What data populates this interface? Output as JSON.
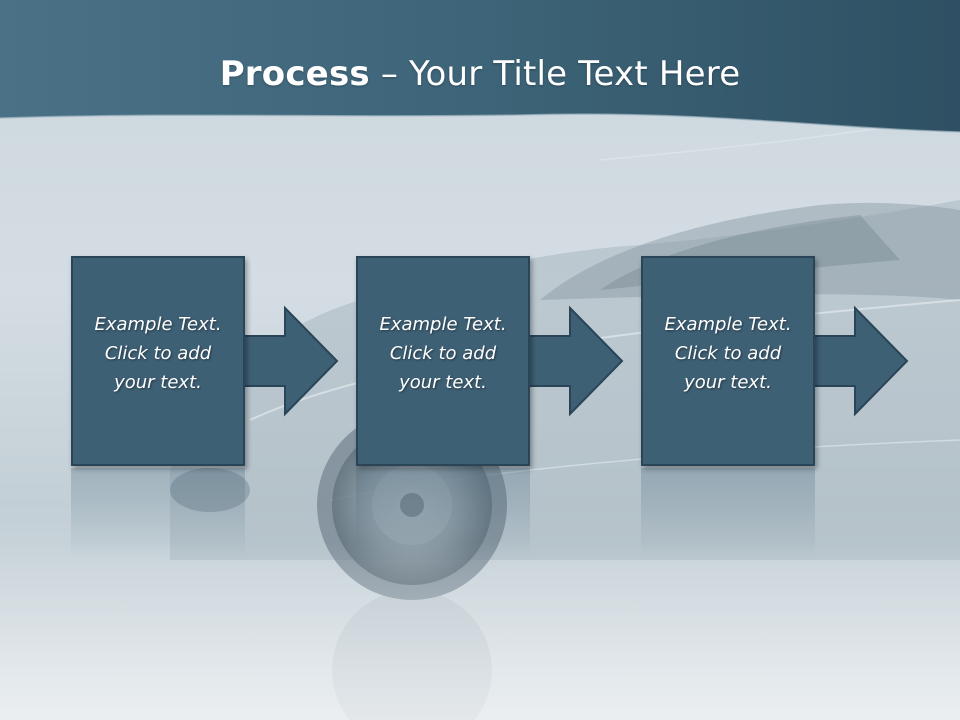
{
  "slide": {
    "title_bold": "Process",
    "title_rest": " – Your Title Text Here"
  },
  "steps": [
    {
      "text": "Example Text.\nClick  to add\nyour text."
    },
    {
      "text": "Example Text.\nClick  to add\nyour text."
    },
    {
      "text": "Example Text.\nClick  to add\nyour text."
    }
  ],
  "colors": {
    "header": "#3d6478",
    "box": "#3e6075",
    "box_border": "#2a4557",
    "background": "#cfd9df"
  }
}
